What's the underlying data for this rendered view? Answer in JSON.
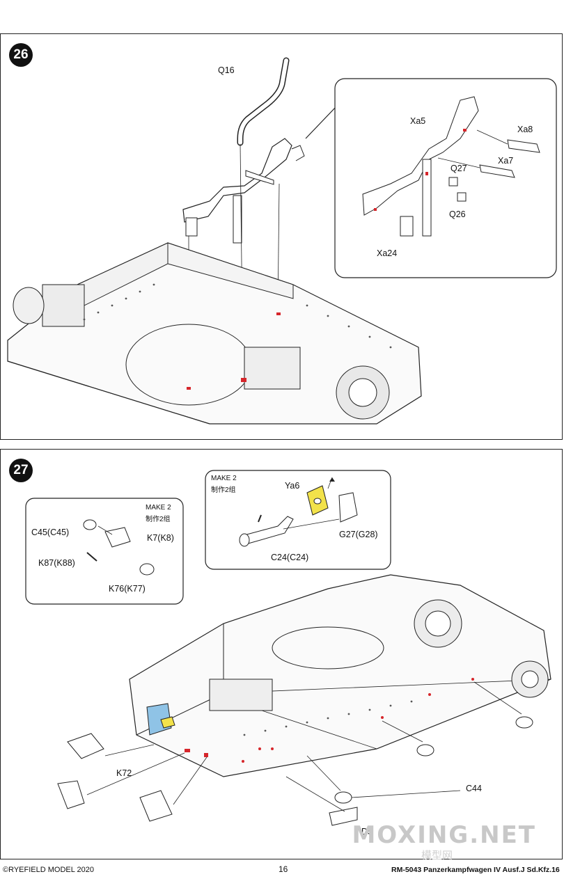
{
  "steps": {
    "s26": {
      "number": "26",
      "parts": [
        "Q16",
        "Xa5",
        "Xa8",
        "Q27",
        "Xa7",
        "Q26",
        "Xa24"
      ]
    },
    "s27": {
      "number": "27",
      "inset_left": {
        "make_en": "MAKE 2",
        "make_cn": "制作2组",
        "parts": [
          "C45(C45)",
          "K7(K8)",
          "K87(K88)",
          "K76(K77)"
        ]
      },
      "inset_right": {
        "make_en": "MAKE 2",
        "make_cn": "制作2组",
        "parts": [
          "Ya6",
          "G27(G28)",
          "C24(C24)"
        ]
      },
      "main_parts": [
        "K72",
        "C44",
        "D5"
      ]
    }
  },
  "footer": {
    "copyright": "©RYEFIELD MODEL 2020",
    "page_number": "16",
    "model_title": "RM-5043 Panzerkampfwagen IV Ausf.J Sd.Kfz.16"
  },
  "watermark": {
    "text": "MOXING.NET",
    "sub": "模型网"
  },
  "colors": {
    "highlight_yellow": "#f2e24a",
    "highlight_blue": "#8fc3e6",
    "mark_red": "#d6262b"
  }
}
